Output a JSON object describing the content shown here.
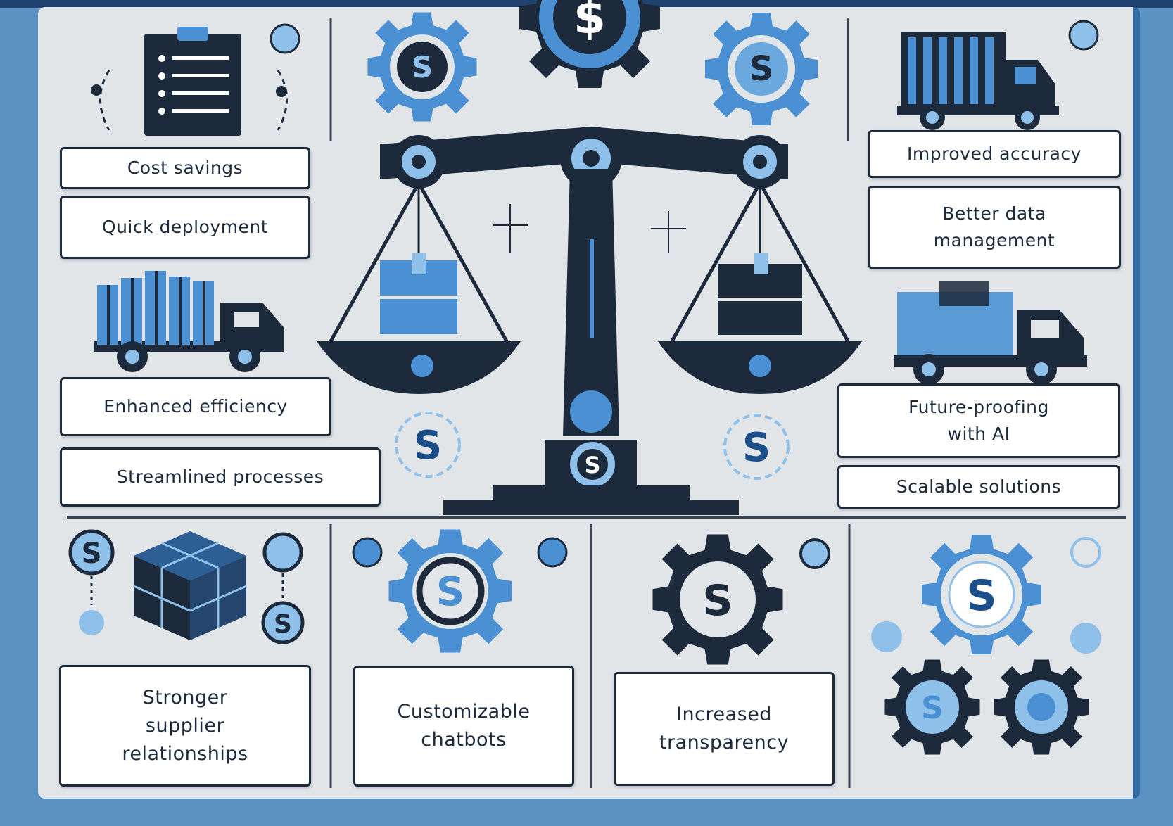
{
  "colors": {
    "navy": "#1c2a3c",
    "accent_blue": "#4a90d2",
    "light_blue": "#8ec0ea",
    "panel_bg": "#e2e5e8",
    "frame_blue": "#2f6aa3"
  },
  "icons": {
    "center": "balance-scale-icon",
    "money": "dollar-gear-icon",
    "shipping": "delivery-truck-icon",
    "checklist": "clipboard-checklist-icon",
    "blocks": "cube-blocks-icon"
  },
  "labels": {
    "cost_savings": "Cost savings",
    "quick_deployment": "Quick deployment",
    "enhanced_efficiency": "Enhanced efficiency",
    "streamlined_processes": "Streamlined processes",
    "improved_accuracy": "Improved accuracy",
    "better_data_management": "Better data\nmanagement",
    "future_proofing": "Future-proofing\nwith AI",
    "scalable_solutions": "Scalable solutions",
    "stronger_supplier": "Stronger\nsupplier\nrelationships",
    "customizable_chatbots": "Customizable\nchatbots",
    "increased_transparency": "Increased\ntransparency"
  },
  "symbols": {
    "dollar": "$",
    "s_letter": "S"
  }
}
